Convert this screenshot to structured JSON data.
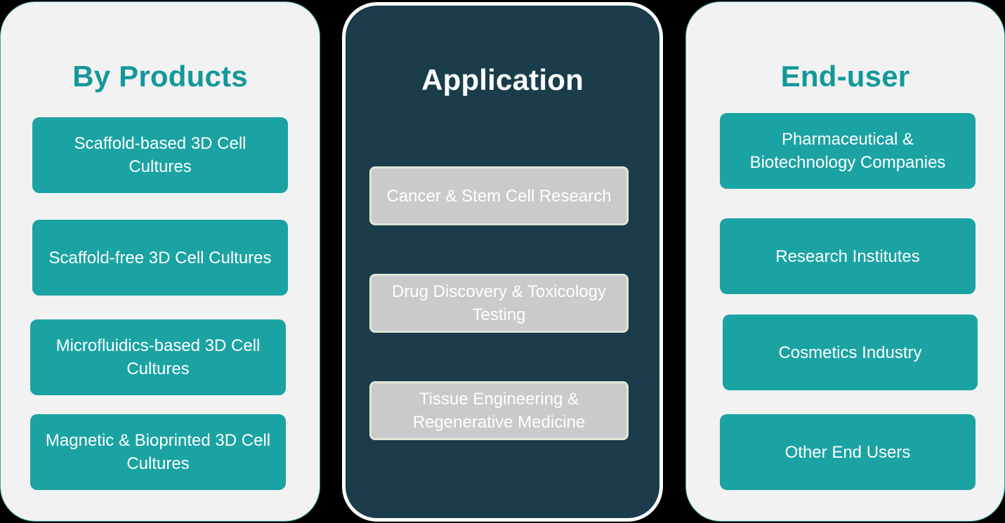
{
  "colors": {
    "teal": "#1ba3a3",
    "title_teal": "#13989a",
    "dark_panel": "#1a3c4b",
    "light_panel": "#f2f2f2",
    "grey_box": "#c8cacb",
    "background": "#000000"
  },
  "columns": [
    {
      "title": "By Products",
      "items": [
        "Scaffold-based 3D Cell Cultures",
        "Scaffold-free 3D Cell Cultures",
        "Microfluidics-based 3D Cell Cultures",
        "Magnetic & Bioprinted 3D Cell Cultures"
      ]
    },
    {
      "title": "Application",
      "items": [
        "Cancer & Stem Cell Research",
        "Drug Discovery & Toxicology Testing",
        "Tissue Engineering & Regenerative Medicine"
      ]
    },
    {
      "title": "End-user",
      "items": [
        "Pharmaceutical & Biotechnology Companies",
        "Research Institutes",
        "Cosmetics Industry",
        "Other End Users"
      ]
    }
  ]
}
